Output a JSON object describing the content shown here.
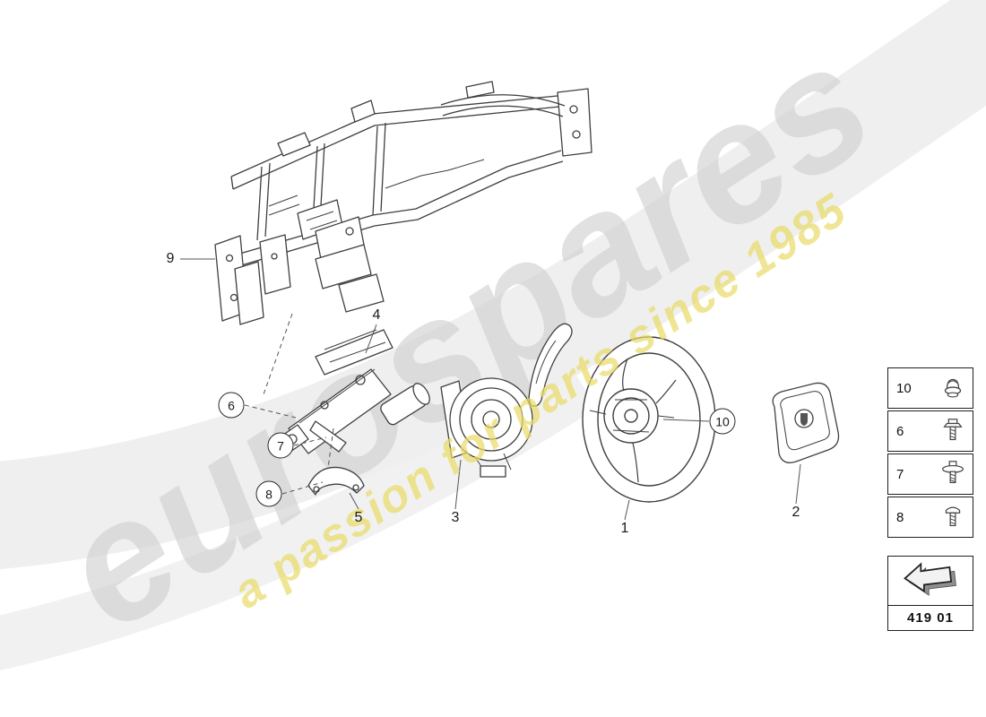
{
  "watermark": {
    "brand": "eurospares",
    "tagline": "a passion for parts since 1985"
  },
  "callouts": {
    "c1": "1",
    "c2": "2",
    "c3": "3",
    "c4": "4",
    "c5": "5",
    "c6": "6",
    "c7": "7",
    "c8": "8",
    "c9": "9",
    "c10": "10"
  },
  "legend": {
    "items": [
      {
        "label": "10",
        "icon": "dome-nut-icon"
      },
      {
        "label": "6",
        "icon": "flange-bolt-icon"
      },
      {
        "label": "7",
        "icon": "washer-bolt-icon"
      },
      {
        "label": "8",
        "icon": "screw-icon"
      }
    ]
  },
  "footer": {
    "diagram_code": "419 01"
  },
  "colors": {
    "line_art": "#3f3f3f",
    "watermark_gray": "#cfcfcf",
    "watermark_yellow": "#e9dc6a",
    "swoosh": "#ededed"
  }
}
